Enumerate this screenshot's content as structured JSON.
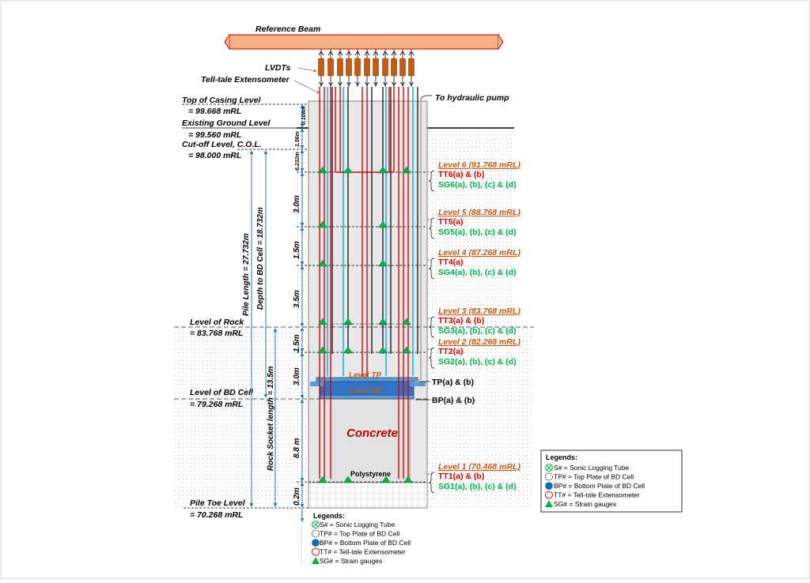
{
  "beam": {
    "label": "Reference Beam"
  },
  "callouts": {
    "lvdts": "LVDTs",
    "telltale": "Tell-tale Extensometer",
    "pump": "To hydraulic pump"
  },
  "elevations": {
    "casing_title": "Top of Casing Level",
    "casing_value": "= 99.668 mRL",
    "ground_title": "Existing Ground Level",
    "ground_value": "= 99.560 mRL",
    "col_title": "Cut-off Level, C.O.L.",
    "col_value": "=  98.000 mRL",
    "rock_title": "Level of Rock",
    "rock_value": "= 83.768 mRL",
    "bd_title": "Level of BD Cell",
    "bd_value": "= 79.268 mRL",
    "toe_title": "Pile Toe Level",
    "toe_value": "= 70.268 mRL"
  },
  "dimensions": {
    "pile_length": "Pile Length = 27.732m",
    "depth_bd": "Depth to BD Cell = 18.732m",
    "rock_socket": "Rock Socket length = 13.5m",
    "d0108": "0.108m",
    "d156": "1.56m",
    "d6232": "6.232m",
    "d30a": "3.0m",
    "d15a": "1.5m",
    "d35": "3.5m",
    "d15b": "1.5m",
    "d30b": "3.0m",
    "d88": "8.8 m",
    "d02": "0.2m"
  },
  "pile": {
    "concrete": "Concrete",
    "polystyrene": "Polystyrene",
    "level_tp": "Level TP",
    "level_bp": "Level BP",
    "tp_label": "TP(a) & (b)",
    "bp_label": "BP(a) & (b)"
  },
  "levels": [
    {
      "title": "Level 6 (91.768 mRL)",
      "tt": "TT6(a) & (b)",
      "sg": "SG6(a), (b), (c) & (d)"
    },
    {
      "title": "Level 5 (88.768 mRL)",
      "tt": "TT5(a)",
      "sg": "SG5(a), (b), (c) & (d)"
    },
    {
      "title": "Level 4 (87.268 mRL)",
      "tt": "TT4(a)",
      "sg": "SG4(a), (b), (c) & (d)"
    },
    {
      "title": "Level 3 (83.768 mRL)",
      "tt": "TT3(a) & (b)",
      "sg": "SG3(a), (b), (c) & (d)"
    },
    {
      "title": "Level 2 (82.268 mRL)",
      "tt": "TT2(a)",
      "sg": "SG2(a), (b), (c) & (d)"
    },
    {
      "title": "Level 1 (70.468 mRL)",
      "tt": "TT1(a) & (b)",
      "sg": "SG1(a), (b), (c) & (d)"
    }
  ],
  "legend_bottom": {
    "title": "Legends:",
    "items": [
      {
        "code": "S#",
        "text": " = Sonic Logging Tube",
        "icon": "sonic-tube-icon"
      },
      {
        "code": "TP#",
        "text": " = Top Plate of BD Cell",
        "icon": "top-plate-icon"
      },
      {
        "code": "BP#",
        "text": " = Bottom Plate of BD Cell",
        "icon": "bottom-plate-icon"
      },
      {
        "code": "TT#",
        "text": " = Tell-tale Extensometer",
        "icon": "telltale-icon"
      },
      {
        "code": "SG#",
        "text": " = Strain gauges",
        "icon": "strain-gauge-icon"
      }
    ]
  },
  "legend_box": {
    "title": "Legends:",
    "items": [
      {
        "code": "S#",
        "text": "  = Sonic Logging Tube"
      },
      {
        "code": "TP#",
        "text": " = Top Plate of BD Cell"
      },
      {
        "code": "BP#",
        "text": " = Bottom Plate of BD Cell"
      },
      {
        "code": "TT#",
        "text": " = Tell-tale Extensometer"
      },
      {
        "code": "SG#",
        "text": " = Strain gauges"
      }
    ]
  },
  "colors": {
    "beam": "#f4b183",
    "beam_stroke": "#c00000",
    "telltale": "#e00000",
    "sonic": "#00b0f0",
    "gauge": "#00b050",
    "level_title": "#c55a11",
    "cell": "#0070c0",
    "dim": "#2e75b6"
  }
}
